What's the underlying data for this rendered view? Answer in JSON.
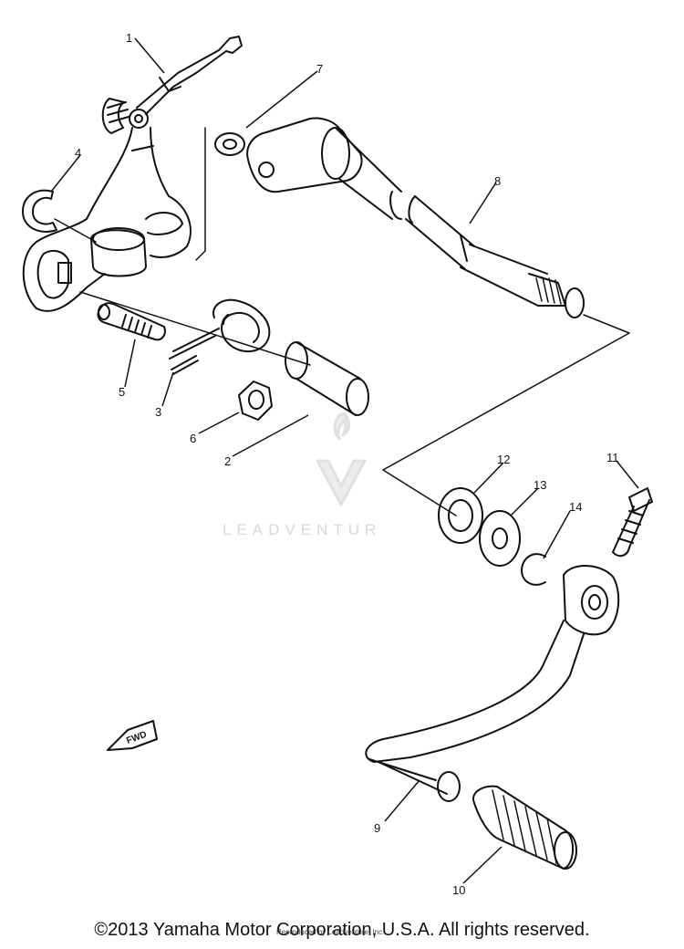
{
  "callouts": {
    "n1": "1",
    "n2": "2",
    "n3": "3",
    "n4": "4",
    "n5": "5",
    "n6": "6",
    "n7": "7",
    "n8": "8",
    "n9": "9",
    "n10": "10",
    "n11": "11",
    "n12": "12",
    "n13": "13",
    "n14": "14"
  },
  "fwd_label": "FWD",
  "watermark": "LEADVENTUR",
  "footer": {
    "copyright": "©2013 Yamaha Motor Corporation, U.S.A. All rights reserved.",
    "reproduced": "Reproduced by Leadventure, Inc."
  }
}
